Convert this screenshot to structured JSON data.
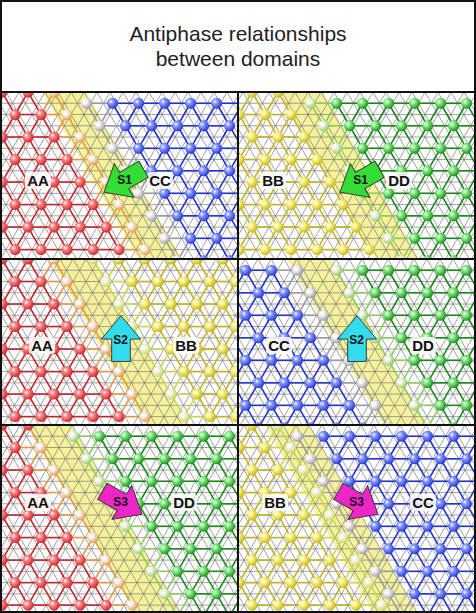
{
  "diagram": {
    "title": "Antiphase relationships between domains",
    "nodes": [
      {
        "text": [
          "S1"
        ]
      },
      {
        "text": [
          "S1"
        ]
      },
      {
        "text": [
          "S2"
        ]
      },
      {
        "text": [
          "S2"
        ]
      },
      {
        "text": [
          "S3"
        ]
      },
      {
        "text": [
          "S3"
        ]
      }
    ],
    "labels": [
      "AA",
      "CC",
      "BB",
      "DD",
      "AA",
      "BB",
      "CC",
      "DD",
      "AA",
      "DD",
      "BB",
      "CC"
    ]
  }
}
